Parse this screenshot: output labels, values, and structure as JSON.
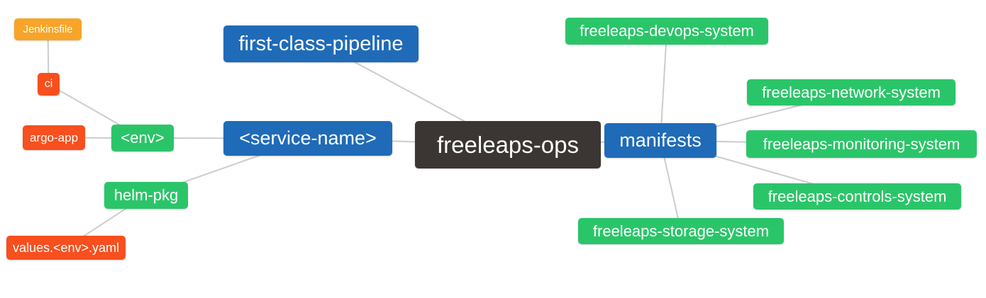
{
  "diagram": {
    "type": "mindmap",
    "root": "freeleaps_ops"
  },
  "palette": {
    "blue": "#1F6BB8",
    "green": "#2BC569",
    "orange": "#F7A428",
    "red": "#F74F1E",
    "dark": "#3B3633",
    "edge": "#CCCCCC",
    "text": "#FFFFFF",
    "background": "#FFFFFF"
  },
  "nodes": {
    "jenkinsfile": {
      "label": "Jenkinsfile",
      "color": "orange"
    },
    "ci": {
      "label": "ci",
      "color": "red"
    },
    "argo_app": {
      "label": "argo-app",
      "color": "red"
    },
    "env": {
      "label": "<env>",
      "color": "green"
    },
    "helm_pkg": {
      "label": "helm-pkg",
      "color": "green"
    },
    "values_env_yaml": {
      "label": "values.<env>.yaml",
      "color": "red"
    },
    "first_class_pipeline": {
      "label": "first-class-pipeline",
      "color": "blue"
    },
    "service_name": {
      "label": "<service-name>",
      "color": "blue"
    },
    "freeleaps_ops": {
      "label": "freeleaps-ops",
      "color": "dark"
    },
    "manifests": {
      "label": "manifests",
      "color": "blue"
    },
    "freeleaps_devops_system": {
      "label": "freeleaps-devops-system",
      "color": "green"
    },
    "freeleaps_network_system": {
      "label": "freeleaps-network-system",
      "color": "green"
    },
    "freeleaps_monitoring_system": {
      "label": "freeleaps-monitoring-system",
      "color": "green"
    },
    "freeleaps_controls_system": {
      "label": "freeleaps-controls-system",
      "color": "green"
    },
    "freeleaps_storage_system": {
      "label": "freeleaps-storage-system",
      "color": "green"
    }
  },
  "edges": [
    [
      "jenkinsfile",
      "ci"
    ],
    [
      "ci",
      "env"
    ],
    [
      "argo_app",
      "env"
    ],
    [
      "env",
      "service_name"
    ],
    [
      "helm_pkg",
      "service_name"
    ],
    [
      "values_env_yaml",
      "helm_pkg"
    ],
    [
      "first_class_pipeline",
      "freeleaps_ops"
    ],
    [
      "service_name",
      "freeleaps_ops"
    ],
    [
      "freeleaps_ops",
      "manifests"
    ],
    [
      "manifests",
      "freeleaps_devops_system"
    ],
    [
      "manifests",
      "freeleaps_network_system"
    ],
    [
      "manifests",
      "freeleaps_monitoring_system"
    ],
    [
      "manifests",
      "freeleaps_controls_system"
    ],
    [
      "manifests",
      "freeleaps_storage_system"
    ]
  ]
}
